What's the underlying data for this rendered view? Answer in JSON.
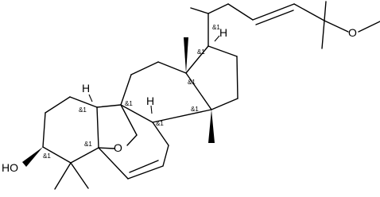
{
  "atoms": {
    "hydroxyl": "HO",
    "ring_oxygen": "O",
    "methoxy_oxygen": "O",
    "h_c9": "H",
    "h_c8": "H",
    "h_c17": "H"
  },
  "stereo_labels": {
    "c20": "&1",
    "c17": "&1",
    "c13": "&1",
    "c14": "&1",
    "c10": "&1",
    "c9": "&1",
    "c8": "&1",
    "c3": "&1",
    "c5": "&1"
  }
}
